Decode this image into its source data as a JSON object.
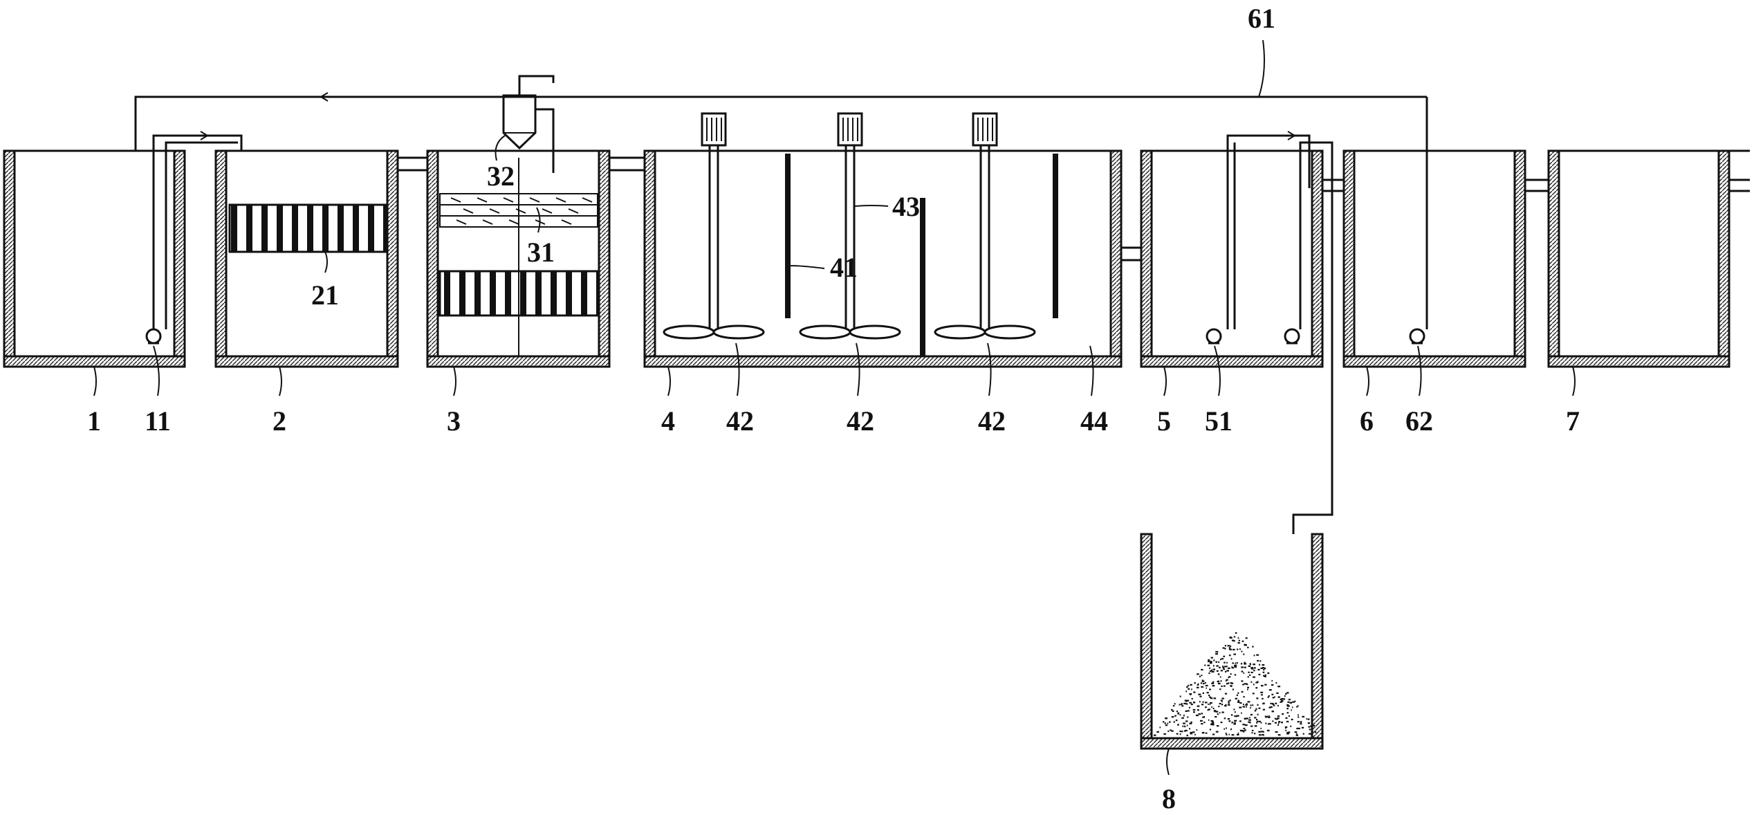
{
  "labels": {
    "tank_1": "1",
    "pump_11": "11",
    "tank_2": "2",
    "media_21": "21",
    "tank_3": "3",
    "media_31": "31",
    "hopper_32": "32",
    "tank_4": "4",
    "baffle_41": "41",
    "mixer_42_a": "42",
    "mixer_42_b": "42",
    "mixer_42_c": "42",
    "shaft_43": "43",
    "outlet_44": "44",
    "tank_5": "5",
    "pump_51": "51",
    "tank_6": "6",
    "return_line_61": "61",
    "pump_62": "62",
    "tank_7": "7",
    "sludge_tank_8": "8"
  },
  "colors": {
    "line": "#111111",
    "wall": "#3a3a3a"
  }
}
